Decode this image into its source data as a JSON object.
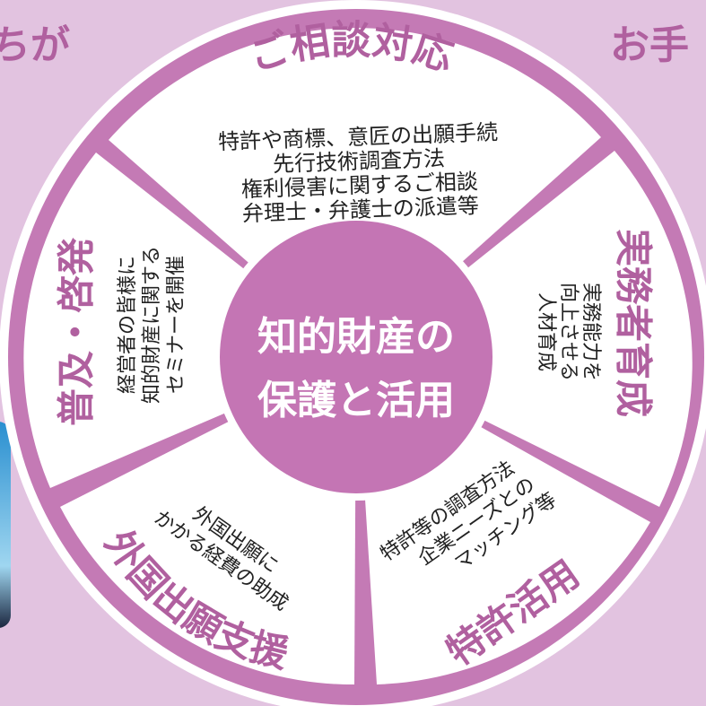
{
  "corners": {
    "left": "ちが",
    "right": "お手"
  },
  "center": {
    "line1": "知的財産の",
    "line2": "保護と活用"
  },
  "segments": [
    {
      "title": "ご相談対応",
      "lines": [
        "特許や商標、意匠の出願手続",
        "先行技術調査方法",
        "権利侵害に関するご相談",
        "弁理士・弁護士の派遣等"
      ]
    },
    {
      "title": "実務者育成",
      "lines": [
        "実務能力を",
        "向上させる",
        "人材育成"
      ]
    },
    {
      "title": "特許活用",
      "lines": [
        "特許等の調査方法",
        "企業ニーズとの",
        "マッチング等"
      ]
    },
    {
      "title": "外国出願支援",
      "lines": [
        "外国出願に",
        "かかる経費の助成"
      ]
    },
    {
      "title": "普及・啓発",
      "lines": [
        "経営者の皆様に",
        "知的財産に関する",
        "セミナーを開催"
      ]
    }
  ],
  "colors": {
    "background": "#e2c3e0",
    "accent": "#c47ab5",
    "title": "#b0609f",
    "hub": "#c475b4"
  }
}
